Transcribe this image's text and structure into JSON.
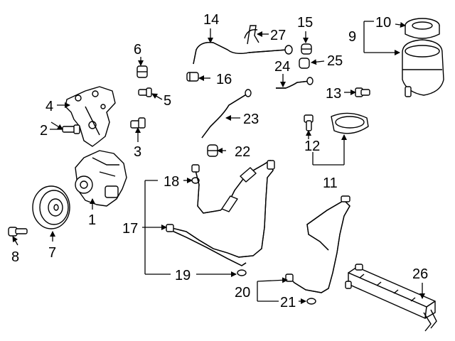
{
  "callouts": {
    "c1": "1",
    "c2": "2",
    "c3": "3",
    "c4": "4",
    "c5": "5",
    "c6": "6",
    "c7": "7",
    "c8": "8",
    "c9": "9",
    "c10": "10",
    "c11": "11",
    "c12": "12",
    "c13": "13",
    "c14": "14",
    "c15": "15",
    "c16": "16",
    "c17": "17",
    "c18": "18",
    "c19": "19",
    "c20": "20",
    "c21": "21",
    "c22": "22",
    "c23": "23",
    "c24": "24",
    "c25": "25",
    "c26": "26",
    "c27": "27"
  },
  "colors": {
    "ink": "#000000",
    "paper": "#ffffff",
    "shade": "#d8d8d8"
  }
}
